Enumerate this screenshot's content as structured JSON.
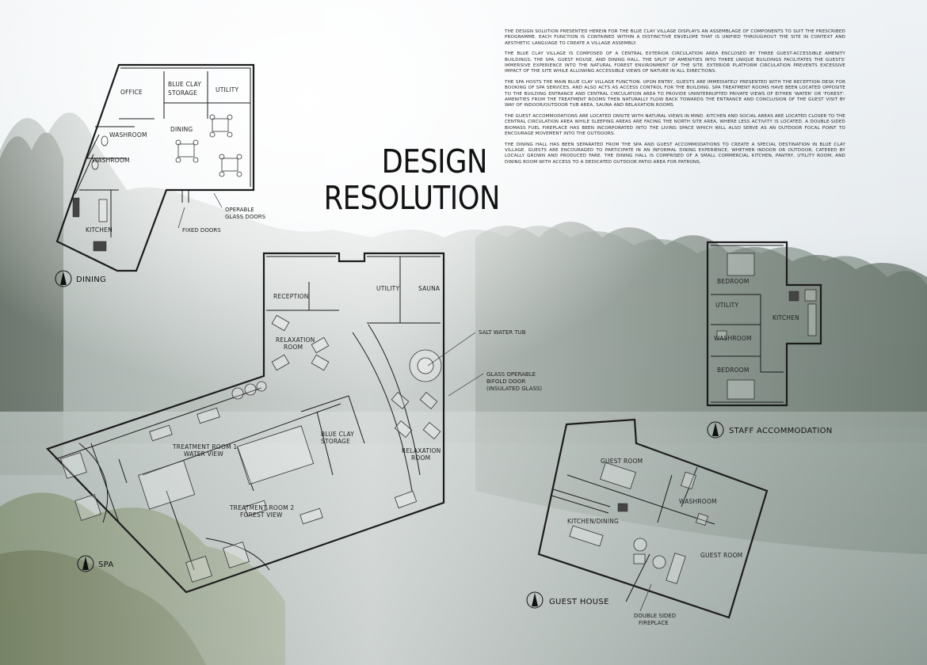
{
  "title": {
    "line1": "DESIGN",
    "line2": "RESOLUTION"
  },
  "description": [
    "THE DESIGN SOLUTION PRESENTED HEREIN FOR THE BLUE CLAY VILLAGE DISPLAYS AN ASSEMBLAGE OF COMPONENTS TO SUIT THE PRESCRIBED PROGRAMME. EACH FUNCTION IS CONTAINED WITHIN A DISTINCTIVE ENVELOPE THAT IS UNIFIED THROUGHOUT THE SITE IN CONTEXT AND AESTHETIC LANGUAGE TO CREATE A VILLAGE ASSEMBLY.",
    "THE BLUE CLAY VILLAGE IS COMPOSED OF A CENTRAL EXTERIOR CIRCULATION AREA ENCLOSED BY THREE GUEST-ACCESSIBLE AMENITY BUILDINGS; THE SPA, GUEST HOUSE, AND DINING HALL. THE SPLIT OF AMENITIES INTO THREE UNIQUE BUILDINGS FACILITATES THE GUESTS' IMMERSIVE EXPERIENCE INTO THE NATURAL FOREST ENVIRONMENT OF THE SITE. EXTERIOR PLATFORM CIRCULATION PREVENTS EXCESSIVE IMPACT OF THE SITE WHILE ALLOWING ACCESSIBLE VIEWS OF NATURE IN ALL DIRECTIONS.",
    "THE SPA HOSTS THE MAIN BLUE CLAY VILLAGE FUNCTION. UPON ENTRY, GUESTS ARE IMMEDIATELY PRESENTED WITH THE RECEPTION DESK FOR BOOKING OF SPA SERVICES, AND ALSO ACTS AS ACCESS CONTROL FOR THE BUILDING. SPA TREATMENT ROOMS HAVE BEEN LOCATED OPPOSITE TO THE BUILDING ENTRANCE AND CENTRAL CIRCULATION AREA TO PROVIDE UNINTERRUPTED PRIVATE VIEWS OF EITHER 'WATER' OR 'FOREST'. AMENITIES FROM THE TREATMENT ROOMS THEN NATURALLY FLOW BACK TOWARDS THE ENTRANCE AND CONCLUSION OF THE GUEST VISIT BY WAY OF INDOOR/OUTDOOR TUB AREA, SAUNA AND RELAXATION ROOMS.",
    "THE GUEST ACCOMMODATIONS ARE LOCATED ONSITE WITH NATURAL VIEWS IN MIND. KITCHEN AND SOCIAL AREAS ARE LOCATED CLOSER TO THE CENTRAL CIRCULATION AREA WHILE SLEEPING AREAS ARE FACING THE NORTH SITE AREA, WHERE LESS ACTIVITY IS LOCATED. A DOUBLE-SIDED BIOMASS FUEL FIREPLACE HAS BEEN INCORPORATED INTO THE LIVING SPACE WHICH WILL ALSO SERVE AS AN OUTDOOR FOCAL POINT TO ENCOURAGE MOVEMENT INTO THE OUTDOORS.",
    "THE DINING HALL HAS BEEN SEPARATED FROM THE SPA AND GUEST ACCOMMODATIONS TO CREATE A SPECIAL DESTINATION IN BLUE CLAY VILLAGE. GUESTS ARE ENCOURAGED TO PARTICIPATE IN AN INFORMAL DINING EXPERIENCE, WHETHER INDOOR OR OUTDOOR, CATERED BY LOCALLY GROWN AND PRODUCED FARE. THE DINING HALL IS COMPRISED OF A SMALL COMMERCIAL KITCHEN, PANTRY, UTILITY ROOM, AND DINING ROOM WITH ACCESS TO A DEDICATED OUTDOOR PATIO AREA FOR PATRONS."
  ],
  "dining": {
    "caption": "DINING",
    "rooms": {
      "office": "OFFICE",
      "storage1": "BLUE CLAY",
      "storage2": "STORAGE",
      "utility": "UTILITY",
      "dining": "DINING",
      "washroom1": "WASHROOM",
      "washroom2": "WASHROOM",
      "kitchen": "KITCHEN"
    },
    "notes": {
      "operable1": "OPERABLE",
      "operable2": "GLASS DOORS",
      "fixed": "FIXED DOORS"
    }
  },
  "spa": {
    "caption": "SPA",
    "rooms": {
      "reception": "RECEPTION",
      "relax1a": "RELAXATION",
      "relax1b": "ROOM",
      "utility": "UTILITY",
      "sauna": "SAUNA",
      "treat1a": "TREATMENT ROOM 1",
      "treat1b": "WATER VIEW",
      "storage1": "BLUE CLAY",
      "storage2": "STORAGE",
      "relax2a": "RELAXATION",
      "relax2b": "ROOM",
      "treat2a": "TREATMENT ROOM 2",
      "treat2b": "FOREST VIEW"
    },
    "notes": {
      "tub": "SALT WATER TUB",
      "glass1": "GLASS OPERABLE",
      "glass2": "BIFOLD DOOR",
      "glass3": "(INSULATED GLASS)"
    }
  },
  "staff": {
    "caption": "STAFF ACCOMMODATION",
    "rooms": {
      "bedroom1": "BEDROOM",
      "utility": "UTILITY",
      "kitchen": "KITCHEN",
      "washroom": "WASHROOM",
      "bedroom2": "BEDROOM"
    }
  },
  "guest": {
    "caption": "GUEST HOUSE",
    "rooms": {
      "guest1": "GUEST ROOM",
      "washroom": "WASHROOM",
      "kitchen": "KITCHEN/DINING",
      "guest2": "GUEST ROOM"
    },
    "notes": {
      "fire1": "DOUBLE SIDED",
      "fire2": "FIREPLACE"
    }
  }
}
